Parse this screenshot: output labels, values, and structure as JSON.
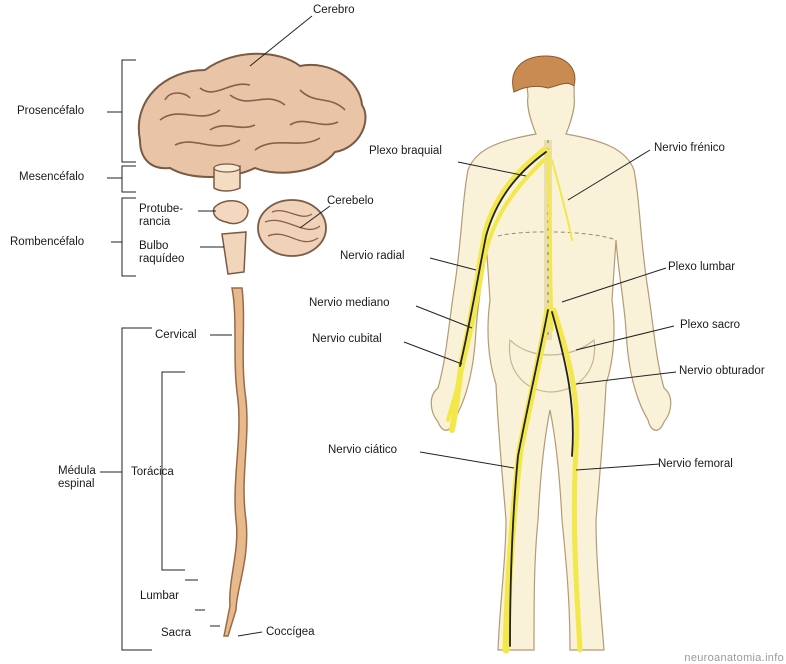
{
  "labels": {
    "cerebro": "Cerebro",
    "prosencefalo": "Prosencéfalo",
    "mesencefalo": "Mesencéfalo",
    "cerebelo": "Cerebelo",
    "rombencefalo": "Rombencéfalo",
    "protuberancia": "Protube-\nrancia",
    "bulbo_raquideo": "Bulbo\nraquídeo",
    "cervical": "Cervical",
    "medula_espinal": "Médula\nespinal",
    "toracica": "Torácica",
    "lumbar": "Lumbar",
    "sacra": "Sacra",
    "coccigea": "Coccígea",
    "plexo_braquial": "Plexo braquial",
    "nervio_frenico": "Nervio frénico",
    "nervio_radial": "Nervio radial",
    "plexo_lumbar": "Plexo lumbar",
    "nervio_mediano": "Nervio mediano",
    "plexo_sacro": "Plexo sacro",
    "nervio_cubital": "Nervio cubital",
    "nervio_obturador": "Nervio obturador",
    "nervio_ciatico": "Nervio ciático",
    "nervio_femoral": "Nervio femoral"
  },
  "watermark": "neuroanatomia.info",
  "colors": {
    "brain": "#e9c4a6",
    "brain_outline": "#7a5a44",
    "cord": "#e8b98a",
    "skin": "#faf1d9",
    "nerve": "#f2e84a",
    "hair": "#c98b52",
    "line": "#222222"
  }
}
